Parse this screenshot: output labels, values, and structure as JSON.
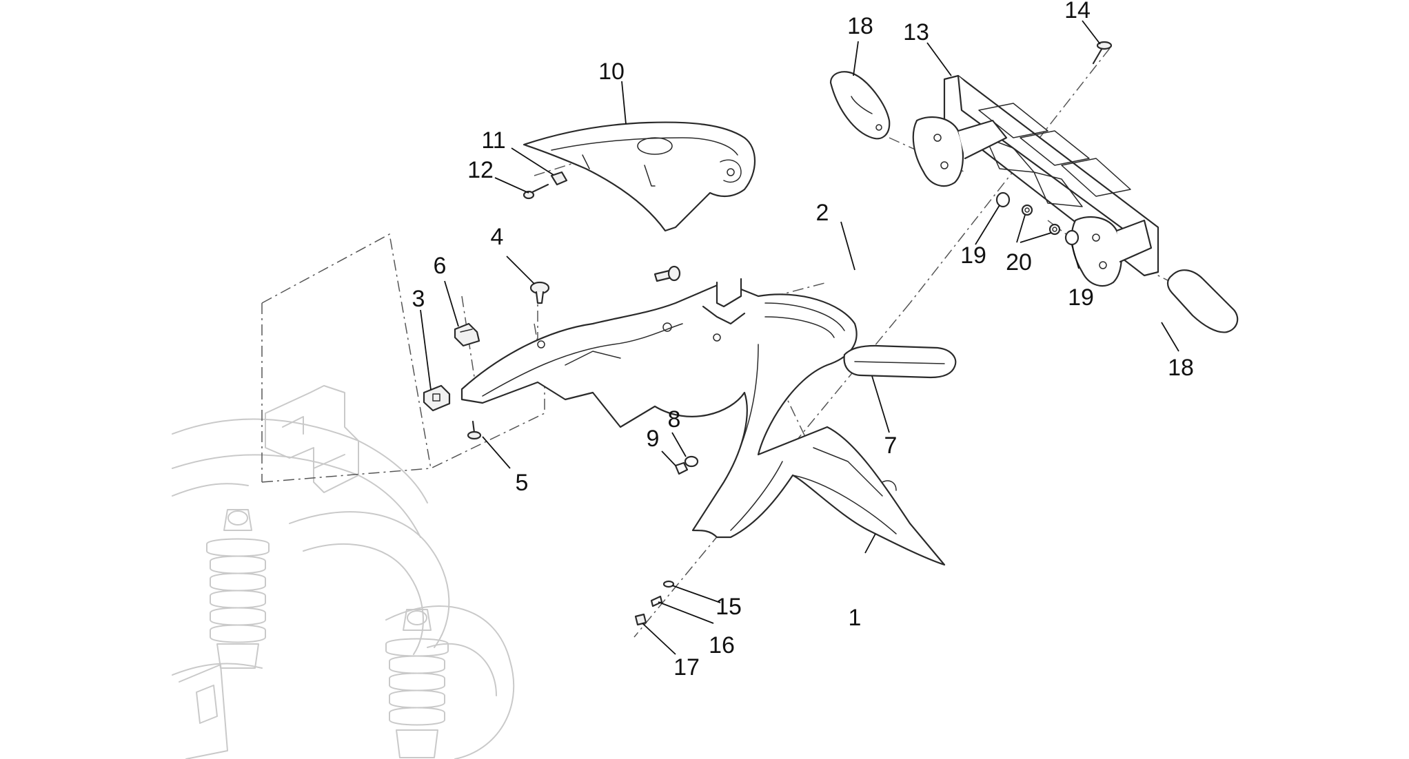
{
  "diagram": {
    "callouts": [
      {
        "id": "c1",
        "label": "1"
      },
      {
        "id": "c2",
        "label": "2"
      },
      {
        "id": "c3",
        "label": "3"
      },
      {
        "id": "c4",
        "label": "4"
      },
      {
        "id": "c5",
        "label": "5"
      },
      {
        "id": "c6",
        "label": "6"
      },
      {
        "id": "c7",
        "label": "7"
      },
      {
        "id": "c8",
        "label": "8"
      },
      {
        "id": "c9",
        "label": "9"
      },
      {
        "id": "c10",
        "label": "10"
      },
      {
        "id": "c11",
        "label": "11"
      },
      {
        "id": "c12",
        "label": "12"
      },
      {
        "id": "c13",
        "label": "13"
      },
      {
        "id": "c14",
        "label": "14"
      },
      {
        "id": "c15",
        "label": "15"
      },
      {
        "id": "c16",
        "label": "16"
      },
      {
        "id": "c17",
        "label": "17"
      },
      {
        "id": "c18a",
        "label": "18"
      },
      {
        "id": "c18b",
        "label": "18"
      },
      {
        "id": "c19a",
        "label": "19"
      },
      {
        "id": "c19b",
        "label": "19"
      },
      {
        "id": "c20",
        "label": "20"
      }
    ],
    "colors": {
      "line": "#2a2a2a",
      "ghost": "#c9c9c9",
      "background": "#ffffff"
    }
  }
}
